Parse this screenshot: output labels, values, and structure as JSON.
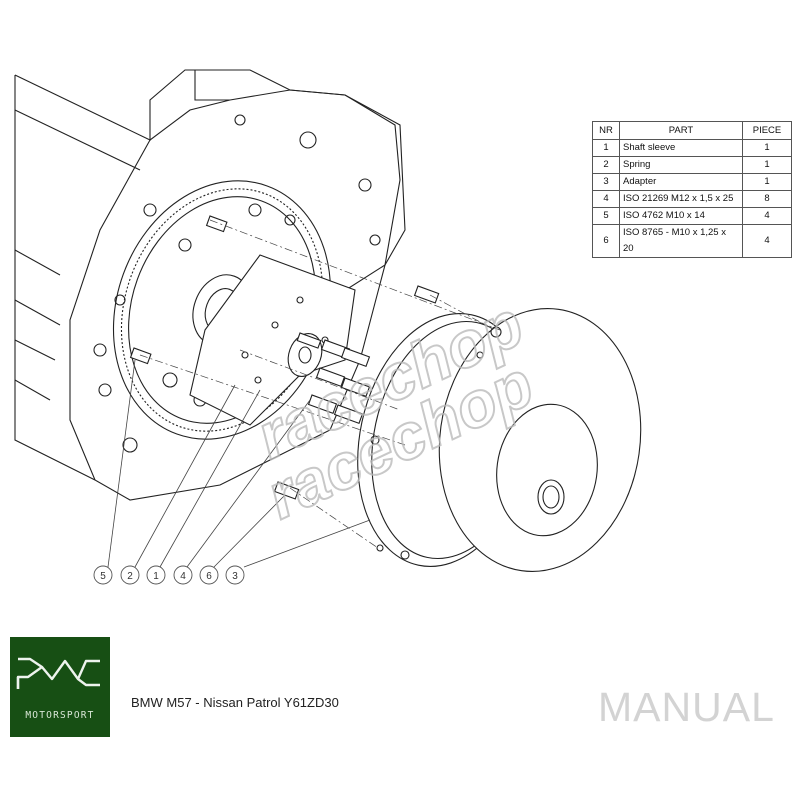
{
  "parts_table": {
    "headers": {
      "nr": "NR",
      "part": "PART",
      "piece": "PIECE"
    },
    "rows": [
      {
        "nr": "1",
        "part": "Shaft sleeve",
        "piece": "1"
      },
      {
        "nr": "2",
        "part": "Spring",
        "piece": "1"
      },
      {
        "nr": "3",
        "part": "Adapter",
        "piece": "1"
      },
      {
        "nr": "4",
        "part": "ISO 21269 M12 x 1,5 x 25",
        "piece": "8"
      },
      {
        "nr": "5",
        "part": "ISO 4762 M10 x 14",
        "piece": "4"
      },
      {
        "nr": "6",
        "part": "ISO 8765 - M10 x 1,25 x 20",
        "piece": "4"
      }
    ]
  },
  "callouts": [
    "5",
    "2",
    "1",
    "4",
    "6",
    "3"
  ],
  "logo": {
    "brand": "MOTORSPORT",
    "color": "#174f14"
  },
  "subtitle": "BMW M57 - Nissan Patrol Y61ZD30",
  "doc_type": "MANUAL",
  "watermark": "racechop"
}
